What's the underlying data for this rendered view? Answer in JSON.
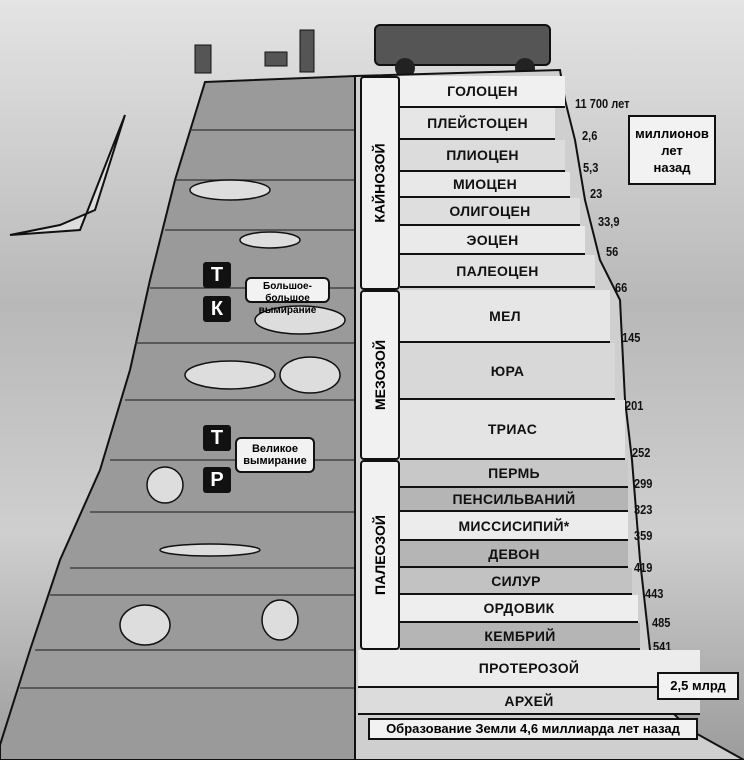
{
  "eras": [
    {
      "label": "КАЙНОЗОЙ"
    },
    {
      "label": "МЕЗОЗОЙ"
    },
    {
      "label": "ПАЛЕОЗОЙ"
    }
  ],
  "periods": [
    {
      "label": "ГОЛОЦЕН",
      "age": "11 700 лет"
    },
    {
      "label": "ПЛЕЙСТОЦЕН",
      "age": "2,6"
    },
    {
      "label": "ПЛИОЦЕН",
      "age": "5,3"
    },
    {
      "label": "МИОЦЕН",
      "age": "23"
    },
    {
      "label": "ОЛИГОЦЕН",
      "age": "33,9"
    },
    {
      "label": "ЭОЦЕН",
      "age": "56"
    },
    {
      "label": "ПАЛЕОЦЕН",
      "age": "66"
    },
    {
      "label": "МЕЛ",
      "age": "145"
    },
    {
      "label": "ЮРА",
      "age": "201"
    },
    {
      "label": "ТРИАС",
      "age": "252"
    },
    {
      "label": "ПЕРМЬ",
      "age": "299"
    },
    {
      "label": "ПЕНСИЛЬВАНИЙ",
      "age": "323"
    },
    {
      "label": "МИССИСИПИЙ*",
      "age": "359"
    },
    {
      "label": "ДЕВОН",
      "age": "419"
    },
    {
      "label": "СИЛУР",
      "age": "443"
    },
    {
      "label": "ОРДОВИК",
      "age": "485"
    },
    {
      "label": "КЕМБРИЙ",
      "age": "541"
    },
    {
      "label": "ПРОТЕРОЗОЙ",
      "age": "2,5 млрд"
    },
    {
      "label": "АРХЕЙ"
    }
  ],
  "units_box": {
    "line1": "миллионов",
    "line2": "лет",
    "line3": "назад"
  },
  "earth_formation": "Образование Земли 4,6 миллиарда лет назад",
  "extinctions": {
    "kt_label": "Большое-большое вымирание",
    "pt_label": "Великое вымирание",
    "badges": [
      "Т",
      "К",
      "Т",
      "Р"
    ]
  }
}
